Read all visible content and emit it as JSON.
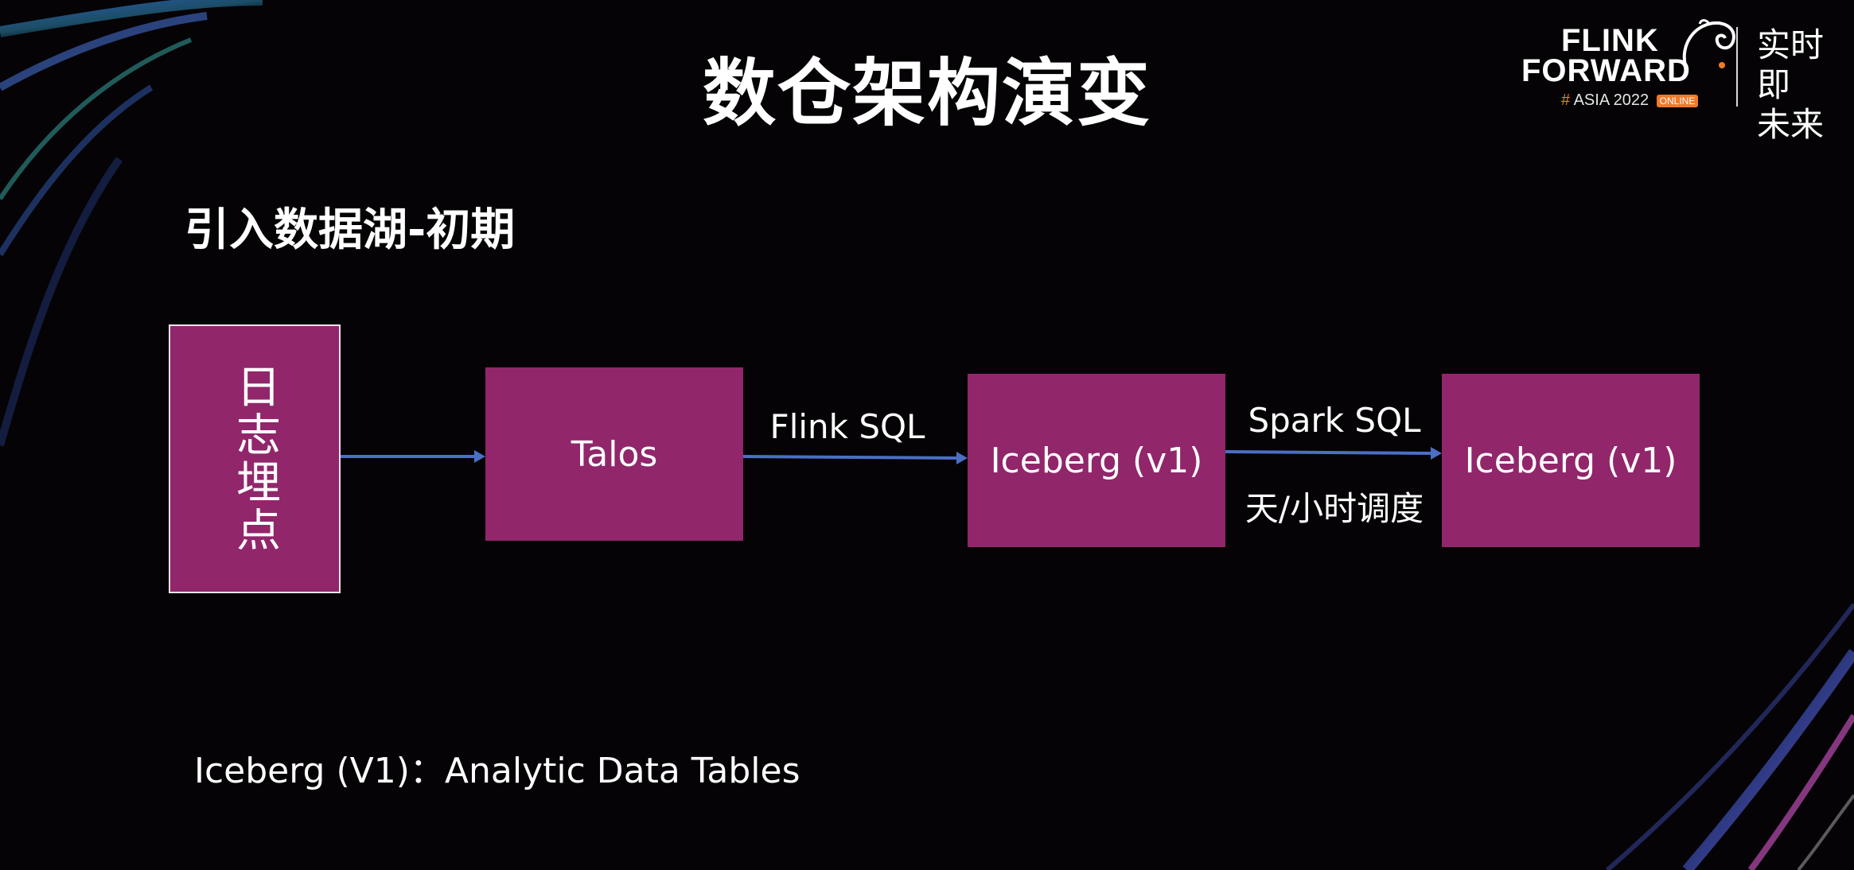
{
  "title": "数仓架构演变",
  "subtitle": "引入数据湖-初期",
  "logo": {
    "line1": "FLINK",
    "line2": "FORWARD",
    "hash": "#",
    "event": "ASIA 2022",
    "badge": "ONLINE",
    "slogan_line1": "实时即",
    "slogan_line2": "未来"
  },
  "nodes": {
    "source": "日志埋点",
    "talos": "Talos",
    "iceberg_a": "Iceberg (v1)",
    "iceberg_b": "Iceberg (v1)"
  },
  "edges": {
    "flink_sql": "Flink SQL",
    "spark_sql": "Spark SQL",
    "schedule": "天/小时调度"
  },
  "colors": {
    "box_fill": "#91266b",
    "arrow": "#4a6fc4"
  },
  "footnote": "Iceberg (V1)：Analytic Data Tables"
}
